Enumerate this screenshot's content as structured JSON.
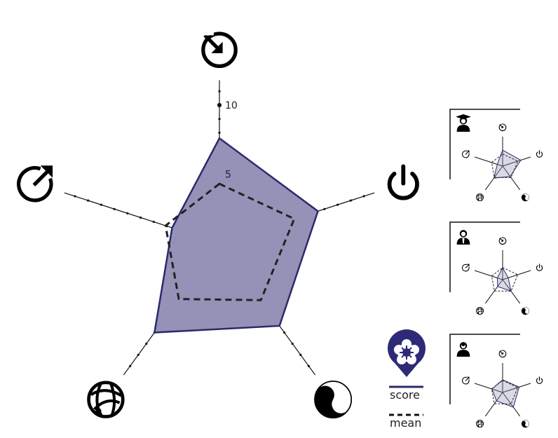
{
  "chart_data": {
    "type": "radar",
    "axes": [
      "timer-icon",
      "power-icon",
      "yin-yang-icon",
      "globe-icon",
      "arrow-out-icon"
    ],
    "rmax": 10,
    "tick_labels": [
      "5",
      "10"
    ],
    "series": [
      {
        "key": "score",
        "values": [
          7.6,
          7.5,
          7.4,
          8.0,
          3.6
        ]
      },
      {
        "key": "mean",
        "values": [
          4.3,
          5.7,
          5.1,
          5.0,
          4.1
        ]
      }
    ],
    "legend": {
      "score_label": "score",
      "mean_label": "mean",
      "icon": "flower-pin-icon"
    },
    "small_multiples": [
      {
        "icon": "graduate-icon",
        "values": [
          5.7,
          6.8,
          4.6,
          5.3,
          2.0
        ],
        "mean": [
          4.3,
          5.7,
          5.1,
          5.0,
          4.1
        ]
      },
      {
        "icon": "businessman-icon",
        "values": [
          4.2,
          2.1,
          5.1,
          3.0,
          2.0
        ],
        "mean": [
          4.3,
          5.7,
          5.1,
          5.0,
          4.1
        ]
      },
      {
        "icon": "idea-person-icon",
        "values": [
          4.5,
          6.2,
          6.5,
          3.7,
          4.0
        ],
        "mean": [
          4.3,
          5.7,
          5.1,
          5.0,
          4.1
        ]
      }
    ]
  },
  "colors": {
    "fill": "#9691b7",
    "stroke": "#2b2a6b",
    "mean": "#222222",
    "axis": "#111111",
    "marker": "#3b3680"
  }
}
